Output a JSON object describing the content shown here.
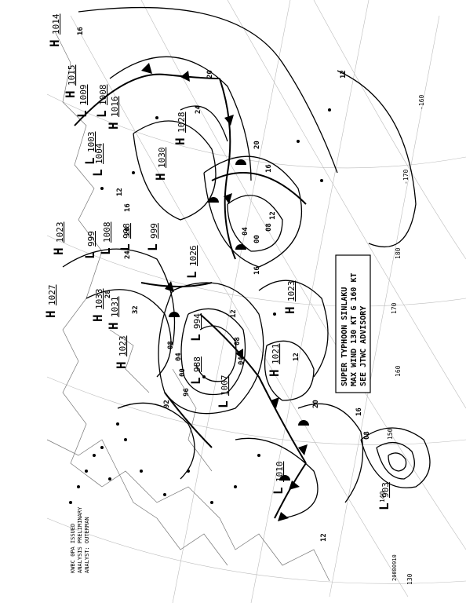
{
  "map": {
    "advisory": {
      "line1": "SUPER TYPHOON SINLAKU",
      "line2": "MAX WIND 130 KT G 160 KT",
      "line3": "SEE JTWC ADVISORY"
    },
    "centers": [
      {
        "type": "H",
        "value": "1014"
      },
      {
        "type": "H",
        "value": "1015"
      },
      {
        "type": "L",
        "value": "1009"
      },
      {
        "type": "L",
        "value": "1008"
      },
      {
        "type": "H",
        "value": "1016"
      },
      {
        "type": "L",
        "value": "1003"
      },
      {
        "type": "L",
        "value": "1004"
      },
      {
        "type": "H",
        "value": "1028"
      },
      {
        "type": "H",
        "value": "1030"
      },
      {
        "type": "L",
        "value": "1008"
      },
      {
        "type": "L",
        "value": "999"
      },
      {
        "type": "L",
        "value": "998"
      },
      {
        "type": "L",
        "value": "999"
      },
      {
        "type": "L",
        "value": "1026"
      },
      {
        "type": "H",
        "value": "1023"
      },
      {
        "type": "H",
        "value": "1027"
      },
      {
        "type": "H",
        "value": "1033"
      },
      {
        "type": "H",
        "value": "1031"
      },
      {
        "type": "H",
        "value": "1023"
      },
      {
        "type": "L",
        "value": "994"
      },
      {
        "type": "L",
        "value": "988"
      },
      {
        "type": "L",
        "value": "1007"
      },
      {
        "type": "H",
        "value": "1021"
      },
      {
        "type": "H",
        "value": "1023"
      },
      {
        "type": "L",
        "value": "1010"
      },
      {
        "type": "L",
        "value": "903"
      }
    ],
    "isobar_labels": [
      "16",
      "12",
      "20",
      "24",
      "20",
      "16",
      "12",
      "08",
      "04",
      "00",
      "12",
      "16",
      "20",
      "24",
      "28",
      "32",
      "08",
      "04",
      "00",
      "96",
      "92",
      "12",
      "08",
      "04",
      "16",
      "12",
      "20",
      "16",
      "08",
      "12"
    ],
    "longitudes": [
      "-160",
      "-170",
      "180",
      "170",
      "160",
      "150",
      "140",
      "130"
    ],
    "footer": {
      "line1": "KWBC 0PA ISSUED",
      "line2": "ANALYSIS PRELIMINARY",
      "line3": "ANALYST: OUTERMAN"
    },
    "timestamp": "20080910"
  }
}
